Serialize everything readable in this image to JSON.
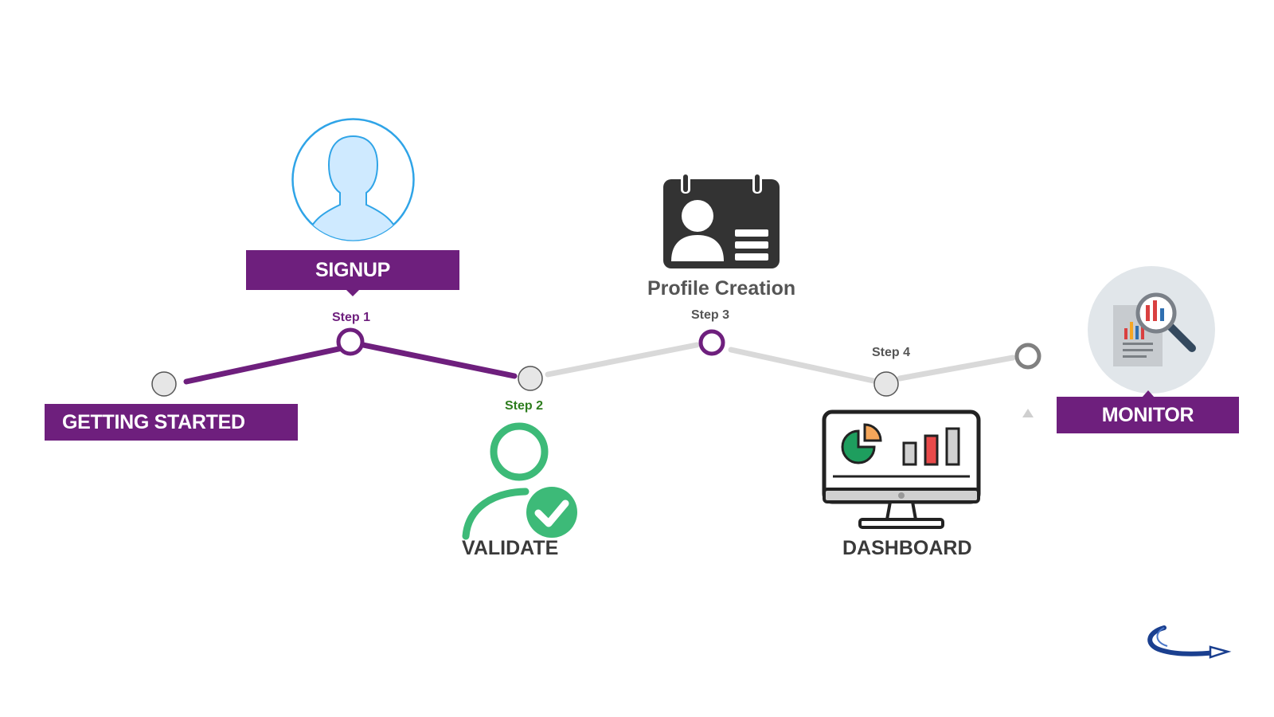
{
  "steps": [
    {
      "key": "getting_started",
      "label": "GETTING STARTED"
    },
    {
      "key": "signup",
      "label": "SIGNUP",
      "step": "Step 1"
    },
    {
      "key": "validate",
      "label": "VALIDATE",
      "step": "Step 2"
    },
    {
      "key": "profile",
      "label": "Profile Creation",
      "step": "Step 3"
    },
    {
      "key": "dashboard",
      "label": "DASHBOARD",
      "step": "Step 4"
    },
    {
      "key": "monitor",
      "label": "MONITOR"
    }
  ],
  "colors": {
    "purple": "#6e1f7d",
    "green": "#3dba78",
    "grey_line": "#d9d9d9",
    "node_grey": "#e6e6e6",
    "dark": "#333333",
    "step_green": "#2e7d1e",
    "step_grey": "#555555",
    "avatar_blue": "#2fa4e7"
  },
  "icons": [
    "user-avatar-icon",
    "user-check-icon",
    "id-card-icon",
    "dashboard-monitor-icon",
    "report-magnifier-icon",
    "logo-swoosh-icon"
  ]
}
